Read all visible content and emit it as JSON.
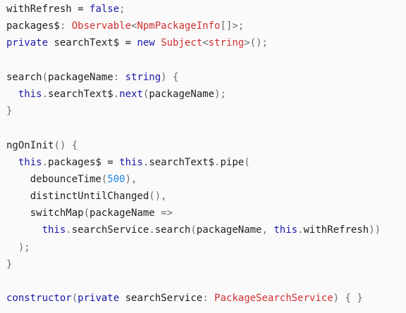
{
  "code": {
    "lines": [
      [
        {
          "text": "withRefresh = ",
          "kind": "plain"
        },
        {
          "text": "false",
          "kind": "keyword"
        },
        {
          "text": ";",
          "kind": "punct"
        }
      ],
      [
        {
          "text": "packages$",
          "kind": "plain"
        },
        {
          "text": ": ",
          "kind": "punct"
        },
        {
          "text": "Observable",
          "kind": "type"
        },
        {
          "text": "<",
          "kind": "punct"
        },
        {
          "text": "NpmPackageInfo",
          "kind": "type"
        },
        {
          "text": "[]>",
          "kind": "punct"
        },
        {
          "text": ";",
          "kind": "punct"
        }
      ],
      [
        {
          "text": "private",
          "kind": "keyword"
        },
        {
          "text": " searchText$ = ",
          "kind": "plain"
        },
        {
          "text": "new",
          "kind": "keyword"
        },
        {
          "text": " ",
          "kind": "plain"
        },
        {
          "text": "Subject",
          "kind": "type"
        },
        {
          "text": "<",
          "kind": "punct"
        },
        {
          "text": "string",
          "kind": "type"
        },
        {
          "text": ">();",
          "kind": "punct"
        }
      ],
      [],
      [
        {
          "text": "search",
          "kind": "plain"
        },
        {
          "text": "(",
          "kind": "punct"
        },
        {
          "text": "packageName",
          "kind": "plain"
        },
        {
          "text": ": ",
          "kind": "punct"
        },
        {
          "text": "string",
          "kind": "keyword"
        },
        {
          "text": ") {",
          "kind": "punct"
        }
      ],
      [
        {
          "text": "  ",
          "kind": "plain"
        },
        {
          "text": "this",
          "kind": "keyword"
        },
        {
          "text": ".",
          "kind": "punct"
        },
        {
          "text": "searchText$",
          "kind": "plain"
        },
        {
          "text": ".",
          "kind": "punct"
        },
        {
          "text": "next",
          "kind": "method"
        },
        {
          "text": "(",
          "kind": "punct"
        },
        {
          "text": "packageName",
          "kind": "plain"
        },
        {
          "text": ");",
          "kind": "punct"
        }
      ],
      [
        {
          "text": "}",
          "kind": "punct"
        }
      ],
      [],
      [
        {
          "text": "ngOnInit",
          "kind": "plain"
        },
        {
          "text": "() {",
          "kind": "punct"
        }
      ],
      [
        {
          "text": "  ",
          "kind": "plain"
        },
        {
          "text": "this",
          "kind": "keyword"
        },
        {
          "text": ".",
          "kind": "punct"
        },
        {
          "text": "packages$ = ",
          "kind": "plain"
        },
        {
          "text": "this",
          "kind": "keyword"
        },
        {
          "text": ".",
          "kind": "punct"
        },
        {
          "text": "searchText$",
          "kind": "plain"
        },
        {
          "text": ".",
          "kind": "punct"
        },
        {
          "text": "pipe",
          "kind": "plain"
        },
        {
          "text": "(",
          "kind": "punct"
        }
      ],
      [
        {
          "text": "    debounceTime",
          "kind": "plain"
        },
        {
          "text": "(",
          "kind": "punct"
        },
        {
          "text": "500",
          "kind": "number"
        },
        {
          "text": "),",
          "kind": "punct"
        }
      ],
      [
        {
          "text": "    distinctUntilChanged",
          "kind": "plain"
        },
        {
          "text": "(),",
          "kind": "punct"
        }
      ],
      [
        {
          "text": "    switchMap",
          "kind": "plain"
        },
        {
          "text": "(",
          "kind": "punct"
        },
        {
          "text": "packageName",
          "kind": "plain"
        },
        {
          "text": " =>",
          "kind": "punct"
        }
      ],
      [
        {
          "text": "      ",
          "kind": "plain"
        },
        {
          "text": "this",
          "kind": "keyword"
        },
        {
          "text": ".",
          "kind": "punct"
        },
        {
          "text": "searchService",
          "kind": "plain"
        },
        {
          "text": ".",
          "kind": "punct"
        },
        {
          "text": "search",
          "kind": "plain"
        },
        {
          "text": "(",
          "kind": "punct"
        },
        {
          "text": "packageName",
          "kind": "plain"
        },
        {
          "text": ", ",
          "kind": "punct"
        },
        {
          "text": "this",
          "kind": "keyword"
        },
        {
          "text": ".",
          "kind": "punct"
        },
        {
          "text": "withRefresh",
          "kind": "plain"
        },
        {
          "text": "))",
          "kind": "punct"
        }
      ],
      [
        {
          "text": "  );",
          "kind": "punct"
        }
      ],
      [
        {
          "text": "}",
          "kind": "punct"
        }
      ],
      [],
      [
        {
          "text": "constructor",
          "kind": "keyword"
        },
        {
          "text": "(",
          "kind": "punct"
        },
        {
          "text": "private",
          "kind": "keyword"
        },
        {
          "text": " searchService",
          "kind": "plain"
        },
        {
          "text": ": ",
          "kind": "punct"
        },
        {
          "text": "PackageSearchService",
          "kind": "type"
        },
        {
          "text": ") { }",
          "kind": "punct"
        }
      ]
    ]
  }
}
